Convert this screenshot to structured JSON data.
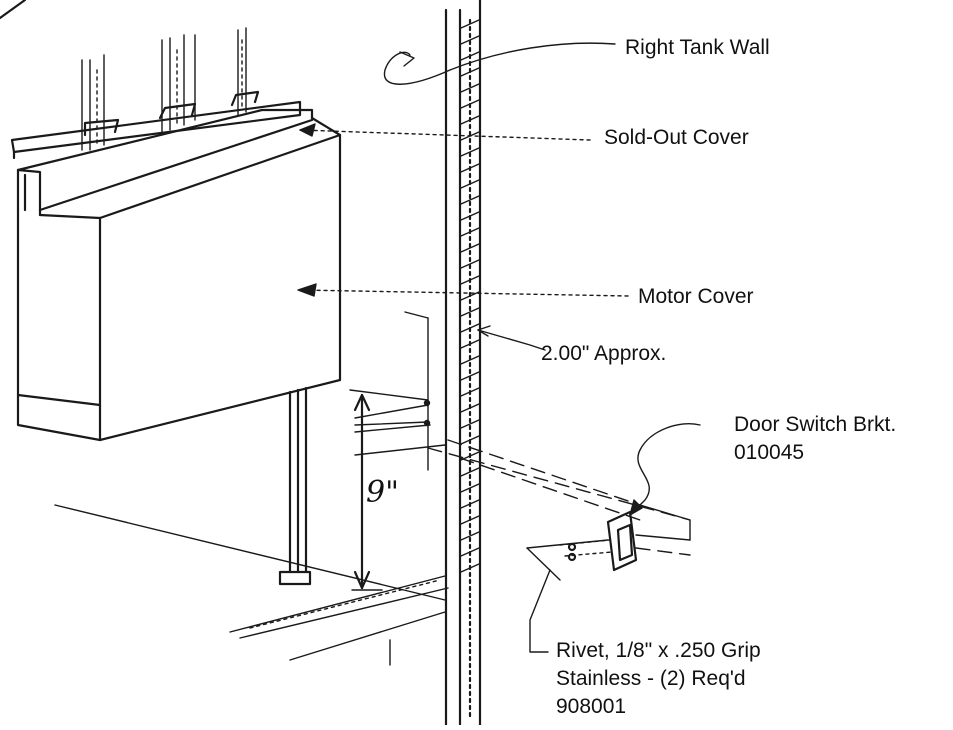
{
  "labels": {
    "right_tank_wall": "Right Tank Wall",
    "sold_out_cover": "Sold-Out Cover",
    "motor_cover": "Motor Cover",
    "approx_dim": "2.00\" Approx.",
    "door_switch_line1": "Door Switch Brkt.",
    "door_switch_line2": "010045",
    "rivet_line1": "Rivet, 1/8\" x .250 Grip",
    "rivet_line2": "Stainless - (2) Req'd",
    "rivet_line3": "908001",
    "height_dim": "9\""
  },
  "colors": {
    "ink": "#1a1a1a",
    "background": "#ffffff"
  }
}
